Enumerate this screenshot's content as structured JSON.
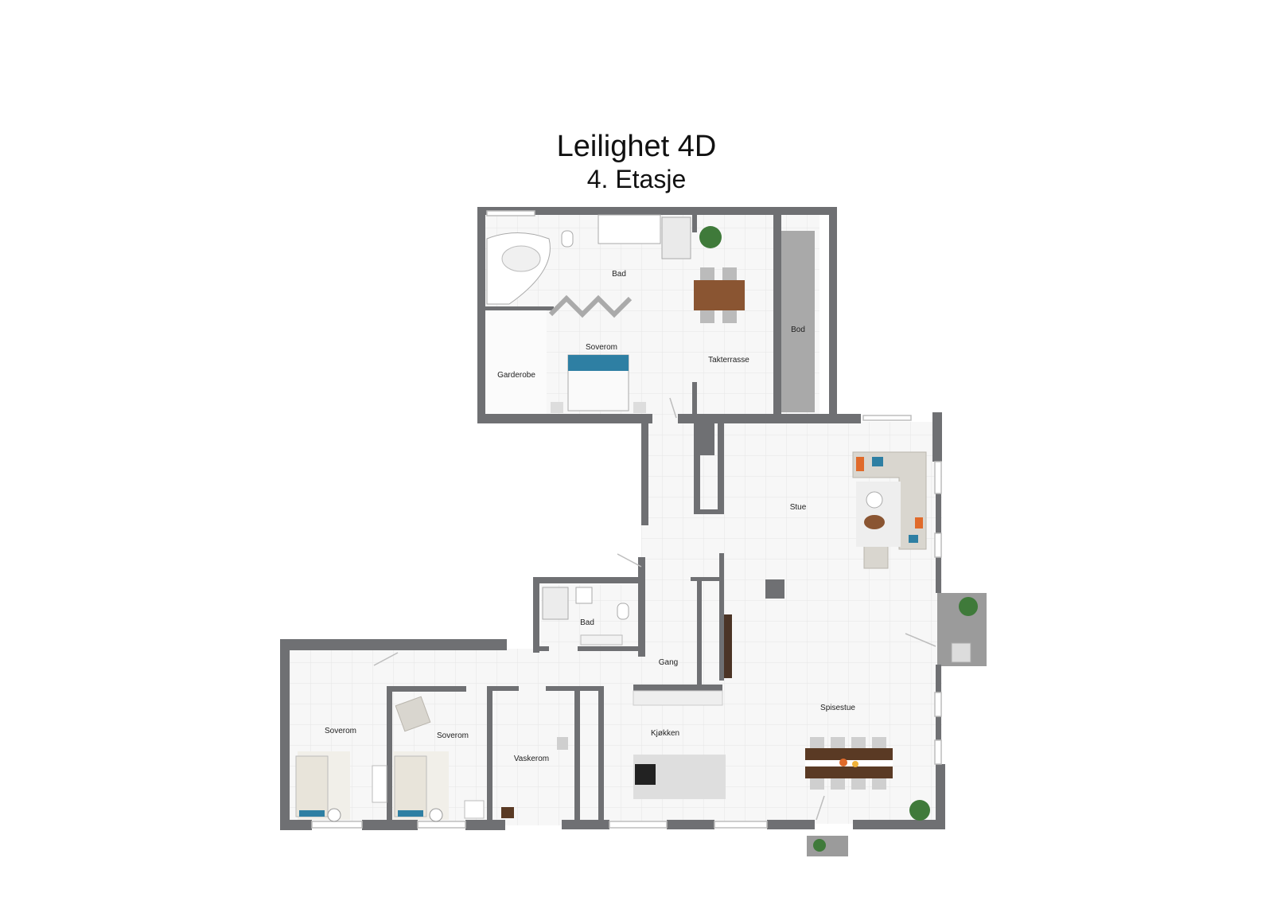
{
  "header": {
    "title": "Leilighet 4D",
    "subtitle": "4. Etasje"
  },
  "rooms": {
    "bad_top": "Bad",
    "soverom_master": "Soverom",
    "garderobe": "Garderobe",
    "takterrasse": "Takterrasse",
    "bod": "Bod",
    "stue": "Stue",
    "bad_small": "Bad",
    "gang": "Gang",
    "spisestue": "Spisestue",
    "kjokken": "Kjøkken",
    "soverom_left": "Soverom",
    "soverom_mid": "Soverom",
    "vaskerom": "Vaskerom"
  },
  "colors": {
    "wall": "#6f7073",
    "floor": "#f6f6f6",
    "bod_floor": "#a9a9a9",
    "wood": "#7a4a2b",
    "accent_blue": "#2e7fa3"
  }
}
